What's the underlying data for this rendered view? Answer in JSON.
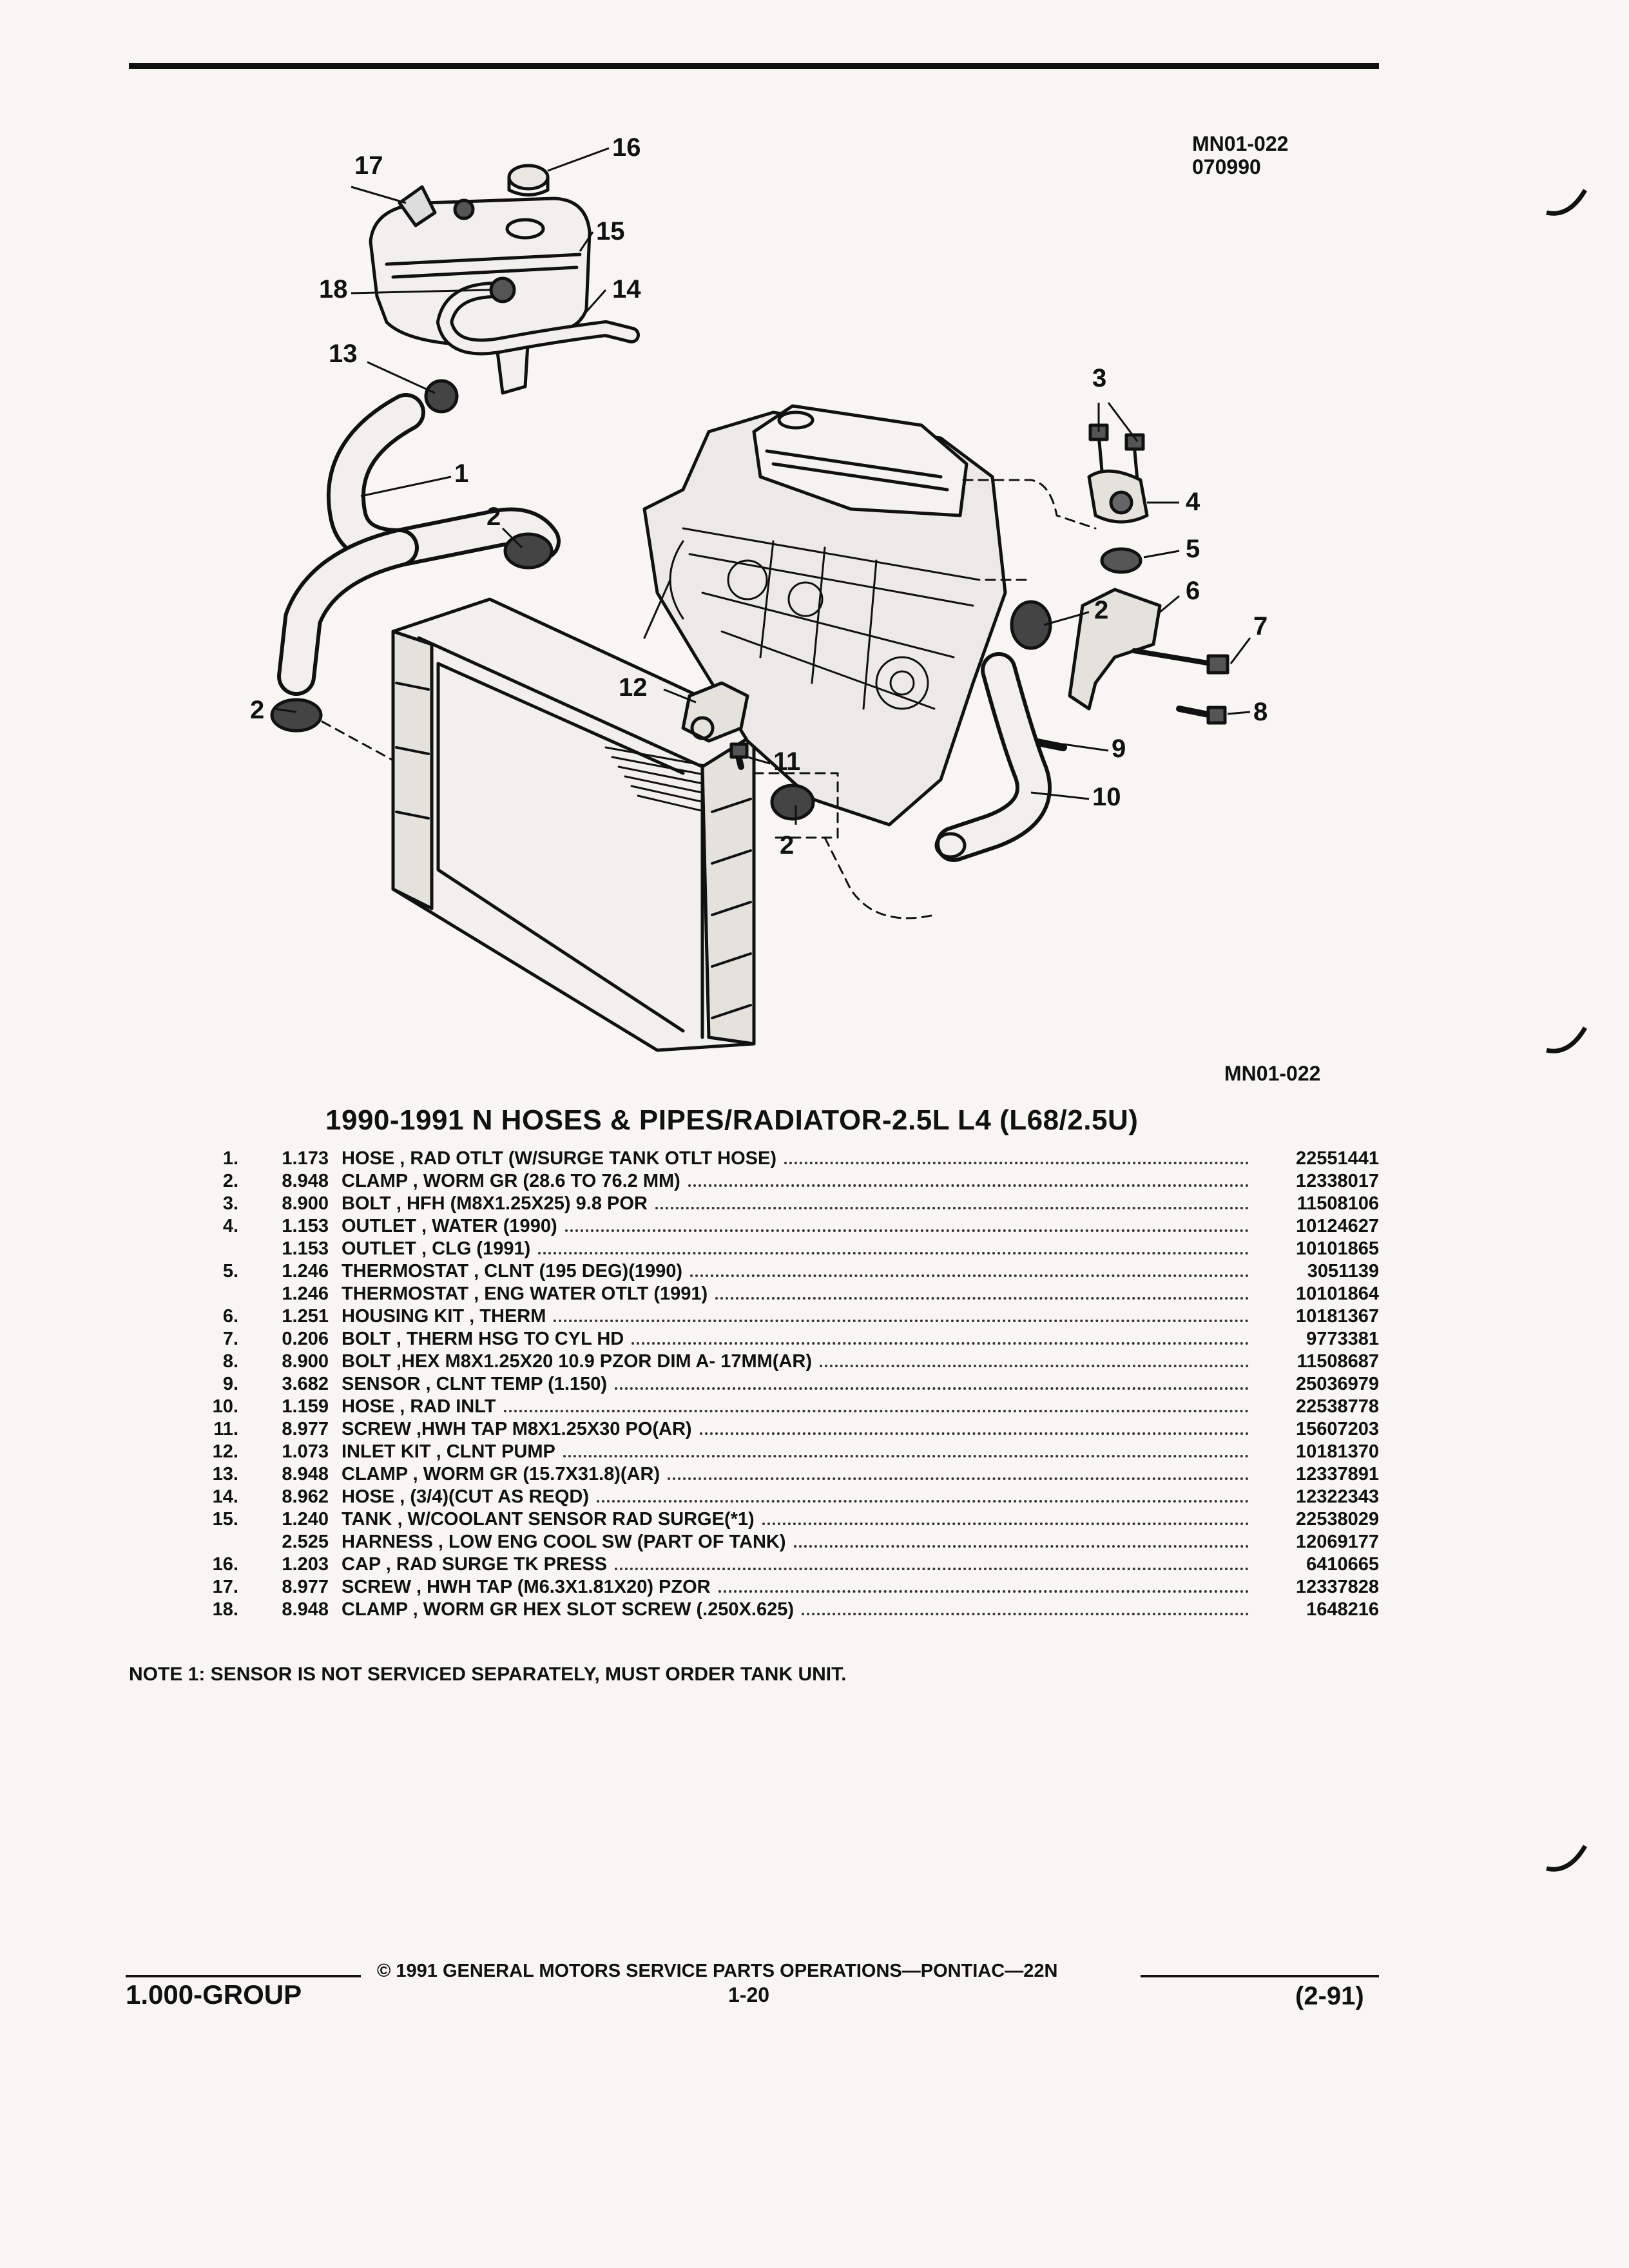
{
  "header": {
    "ref_code": "MN01-022",
    "ref_date": "070990"
  },
  "diagram": {
    "figure_code": "MN01-022",
    "callouts": [
      "1",
      "2",
      "2",
      "2",
      "2",
      "3",
      "4",
      "5",
      "6",
      "7",
      "8",
      "9",
      "10",
      "11",
      "12",
      "13",
      "14",
      "15",
      "16",
      "17",
      "18"
    ]
  },
  "title": "1990-1991 N HOSES & PIPES/RADIATOR-2.5L L4 (L68/2.5U)",
  "parts": [
    {
      "no": "1.",
      "group": "1.173",
      "desc": "HOSE , RAD OTLT (W/SURGE TANK OTLT HOSE)",
      "part": "22551441"
    },
    {
      "no": "2.",
      "group": "8.948",
      "desc": "CLAMP , WORM GR (28.6 TO 76.2 MM)",
      "part": "12338017"
    },
    {
      "no": "3.",
      "group": "8.900",
      "desc": "BOLT , HFH (M8X1.25X25) 9.8 POR",
      "part": "11508106"
    },
    {
      "no": "4.",
      "group": "1.153",
      "desc": "OUTLET , WATER (1990)",
      "part": "10124627"
    },
    {
      "no": "",
      "group": "1.153",
      "desc": "OUTLET , CLG (1991)",
      "part": "10101865"
    },
    {
      "no": "5.",
      "group": "1.246",
      "desc": "THERMOSTAT , CLNT (195 DEG)(1990)",
      "part": "3051139"
    },
    {
      "no": "",
      "group": "1.246",
      "desc": "THERMOSTAT , ENG WATER OTLT (1991)",
      "part": "10101864"
    },
    {
      "no": "6.",
      "group": "1.251",
      "desc": "HOUSING KIT , THERM",
      "part": "10181367"
    },
    {
      "no": "7.",
      "group": "0.206",
      "desc": "BOLT , THERM HSG TO CYL HD",
      "part": "9773381"
    },
    {
      "no": "8.",
      "group": "8.900",
      "desc": "BOLT ,HEX M8X1.25X20 10.9 PZOR DIM A- 17MM(AR)",
      "part": "11508687"
    },
    {
      "no": "9.",
      "group": "3.682",
      "desc": "SENSOR , CLNT TEMP (1.150)",
      "part": "25036979"
    },
    {
      "no": "10.",
      "group": "1.159",
      "desc": "HOSE , RAD INLT",
      "part": "22538778"
    },
    {
      "no": "11.",
      "group": "8.977",
      "desc": "SCREW ,HWH TAP M8X1.25X30 PO(AR)",
      "part": "15607203"
    },
    {
      "no": "12.",
      "group": "1.073",
      "desc": "INLET KIT , CLNT PUMP",
      "part": "10181370"
    },
    {
      "no": "13.",
      "group": "8.948",
      "desc": "CLAMP , WORM GR (15.7X31.8)(AR)",
      "part": "12337891"
    },
    {
      "no": "14.",
      "group": "8.962",
      "desc": "HOSE , (3/4)(CUT AS REQD)",
      "part": "12322343"
    },
    {
      "no": "15.",
      "group": "1.240",
      "desc": "TANK , W/COOLANT SENSOR RAD SURGE(*1)",
      "part": "22538029"
    },
    {
      "no": "",
      "group": "2.525",
      "desc": "HARNESS , LOW ENG COOL SW (PART OF TANK)",
      "part": "12069177"
    },
    {
      "no": "16.",
      "group": "1.203",
      "desc": "CAP , RAD SURGE TK PRESS",
      "part": "6410665"
    },
    {
      "no": "17.",
      "group": "8.977",
      "desc": "SCREW , HWH TAP (M6.3X1.81X20) PZOR",
      "part": "12337828"
    },
    {
      "no": "18.",
      "group": "8.948",
      "desc": "CLAMP , WORM GR HEX SLOT SCREW (.250X.625)",
      "part": "1648216"
    }
  ],
  "note": "NOTE 1: SENSOR IS NOT SERVICED SEPARATELY, MUST ORDER TANK UNIT.",
  "footer": {
    "copyright": "© 1991 GENERAL MOTORS SERVICE PARTS OPERATIONS—PONTIAC—22N",
    "group": "1.000-GROUP",
    "page": "1-20",
    "revision": "(2-91)"
  }
}
